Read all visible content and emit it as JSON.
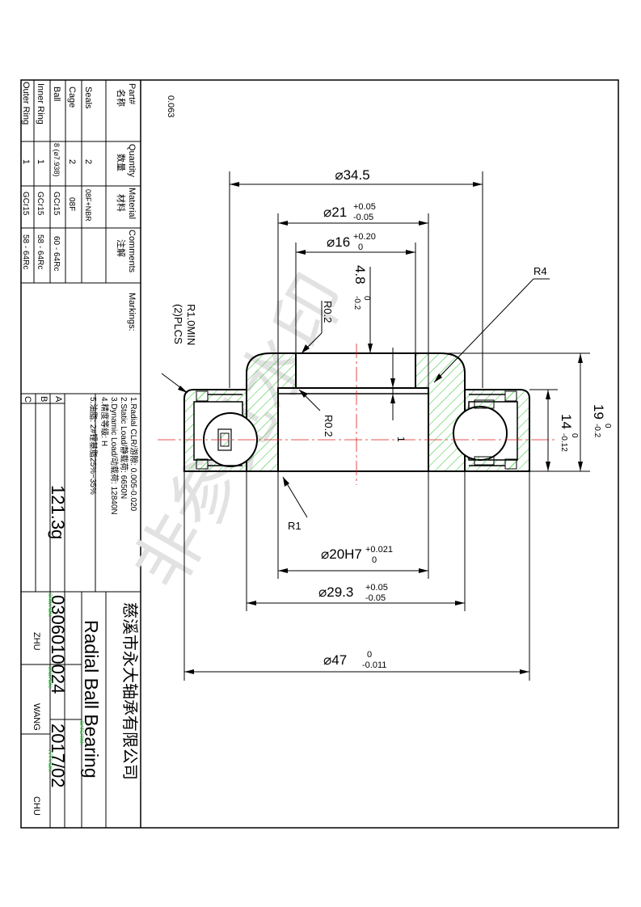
{
  "corner_note": "0.063",
  "bom": {
    "headers": [
      {
        "en": "Part#",
        "cn": "名称"
      },
      {
        "en": "Quantity",
        "cn": "数量"
      },
      {
        "en": "Material",
        "cn": "材料"
      },
      {
        "en": "Comments",
        "cn": "注解"
      }
    ],
    "rows": [
      {
        "part": "Seals",
        "qty": "2",
        "material": "08F+NBR",
        "comment": ""
      },
      {
        "part": "Cage",
        "qty": "2",
        "material": "08F",
        "comment": ""
      },
      {
        "part": "Ball",
        "qty": "8 (⌀7.938)",
        "material": "GCr15",
        "comment": "60 - 64Rc"
      },
      {
        "part": "Inner Ring",
        "qty": "1",
        "material": "GCr15",
        "comment": "58 - 64Rc"
      },
      {
        "part": "Outer Ring",
        "qty": "1",
        "material": "GCr15",
        "comment": "58 - 64Rc"
      }
    ]
  },
  "markings_label": "Markings:",
  "notes": [
    "1.Radial CLR/游隙: 0.005-0.020",
    "2.Static Load/静载荷: 6650N",
    "3.Dynamic Load/动载荷: 12840N",
    "4.精度等级: H",
    "5.油脂: 2#锂基脂25%~35%"
  ],
  "revisions": [
    "A",
    "B",
    "C"
  ],
  "weight": "121.3g",
  "company": "慈溪市永大轴承有限公司",
  "title": "Radial Ball Bearing",
  "part_number": "0306010024",
  "date": "2017/02",
  "labels": {
    "drawn": "DRW'ABN:",
    "checked": "CKD'ABN:",
    "date": "DATE/TIM:",
    "approved": "APP'ABN:"
  },
  "names": {
    "drawn": "ZHU",
    "checked": "WANG",
    "approved": "CHU"
  },
  "watermark": "非参见水印",
  "dims": {
    "d34": "⌀34.5",
    "d21": "⌀21",
    "d21_up": "+0.05",
    "d21_lo": "-0.05",
    "d16": "⌀16",
    "d16_up": "+0.20",
    "d16_lo": "0",
    "w48": "4.8",
    "w48_up": "0",
    "w48_lo": "-0.2",
    "r4": "R4",
    "r02a": "R0.2",
    "r02b": "R0.2",
    "r10": "R1.0MIN",
    "plcs": "(2)PLCS",
    "one": "1",
    "w19": "19",
    "w19_up": "0",
    "w19_lo": "-0.2",
    "w14": "14",
    "w14_up": "0",
    "w14_lo": "-0.12",
    "r1": "R1",
    "d20": "⌀20H7",
    "d20_up": "+0.021",
    "d20_lo": "0",
    "d293": "⌀29.3",
    "d293_up": "+0.05",
    "d293_lo": "-0.05",
    "d47": "⌀47",
    "d47_up": "0",
    "d47_lo": "-0.011"
  }
}
